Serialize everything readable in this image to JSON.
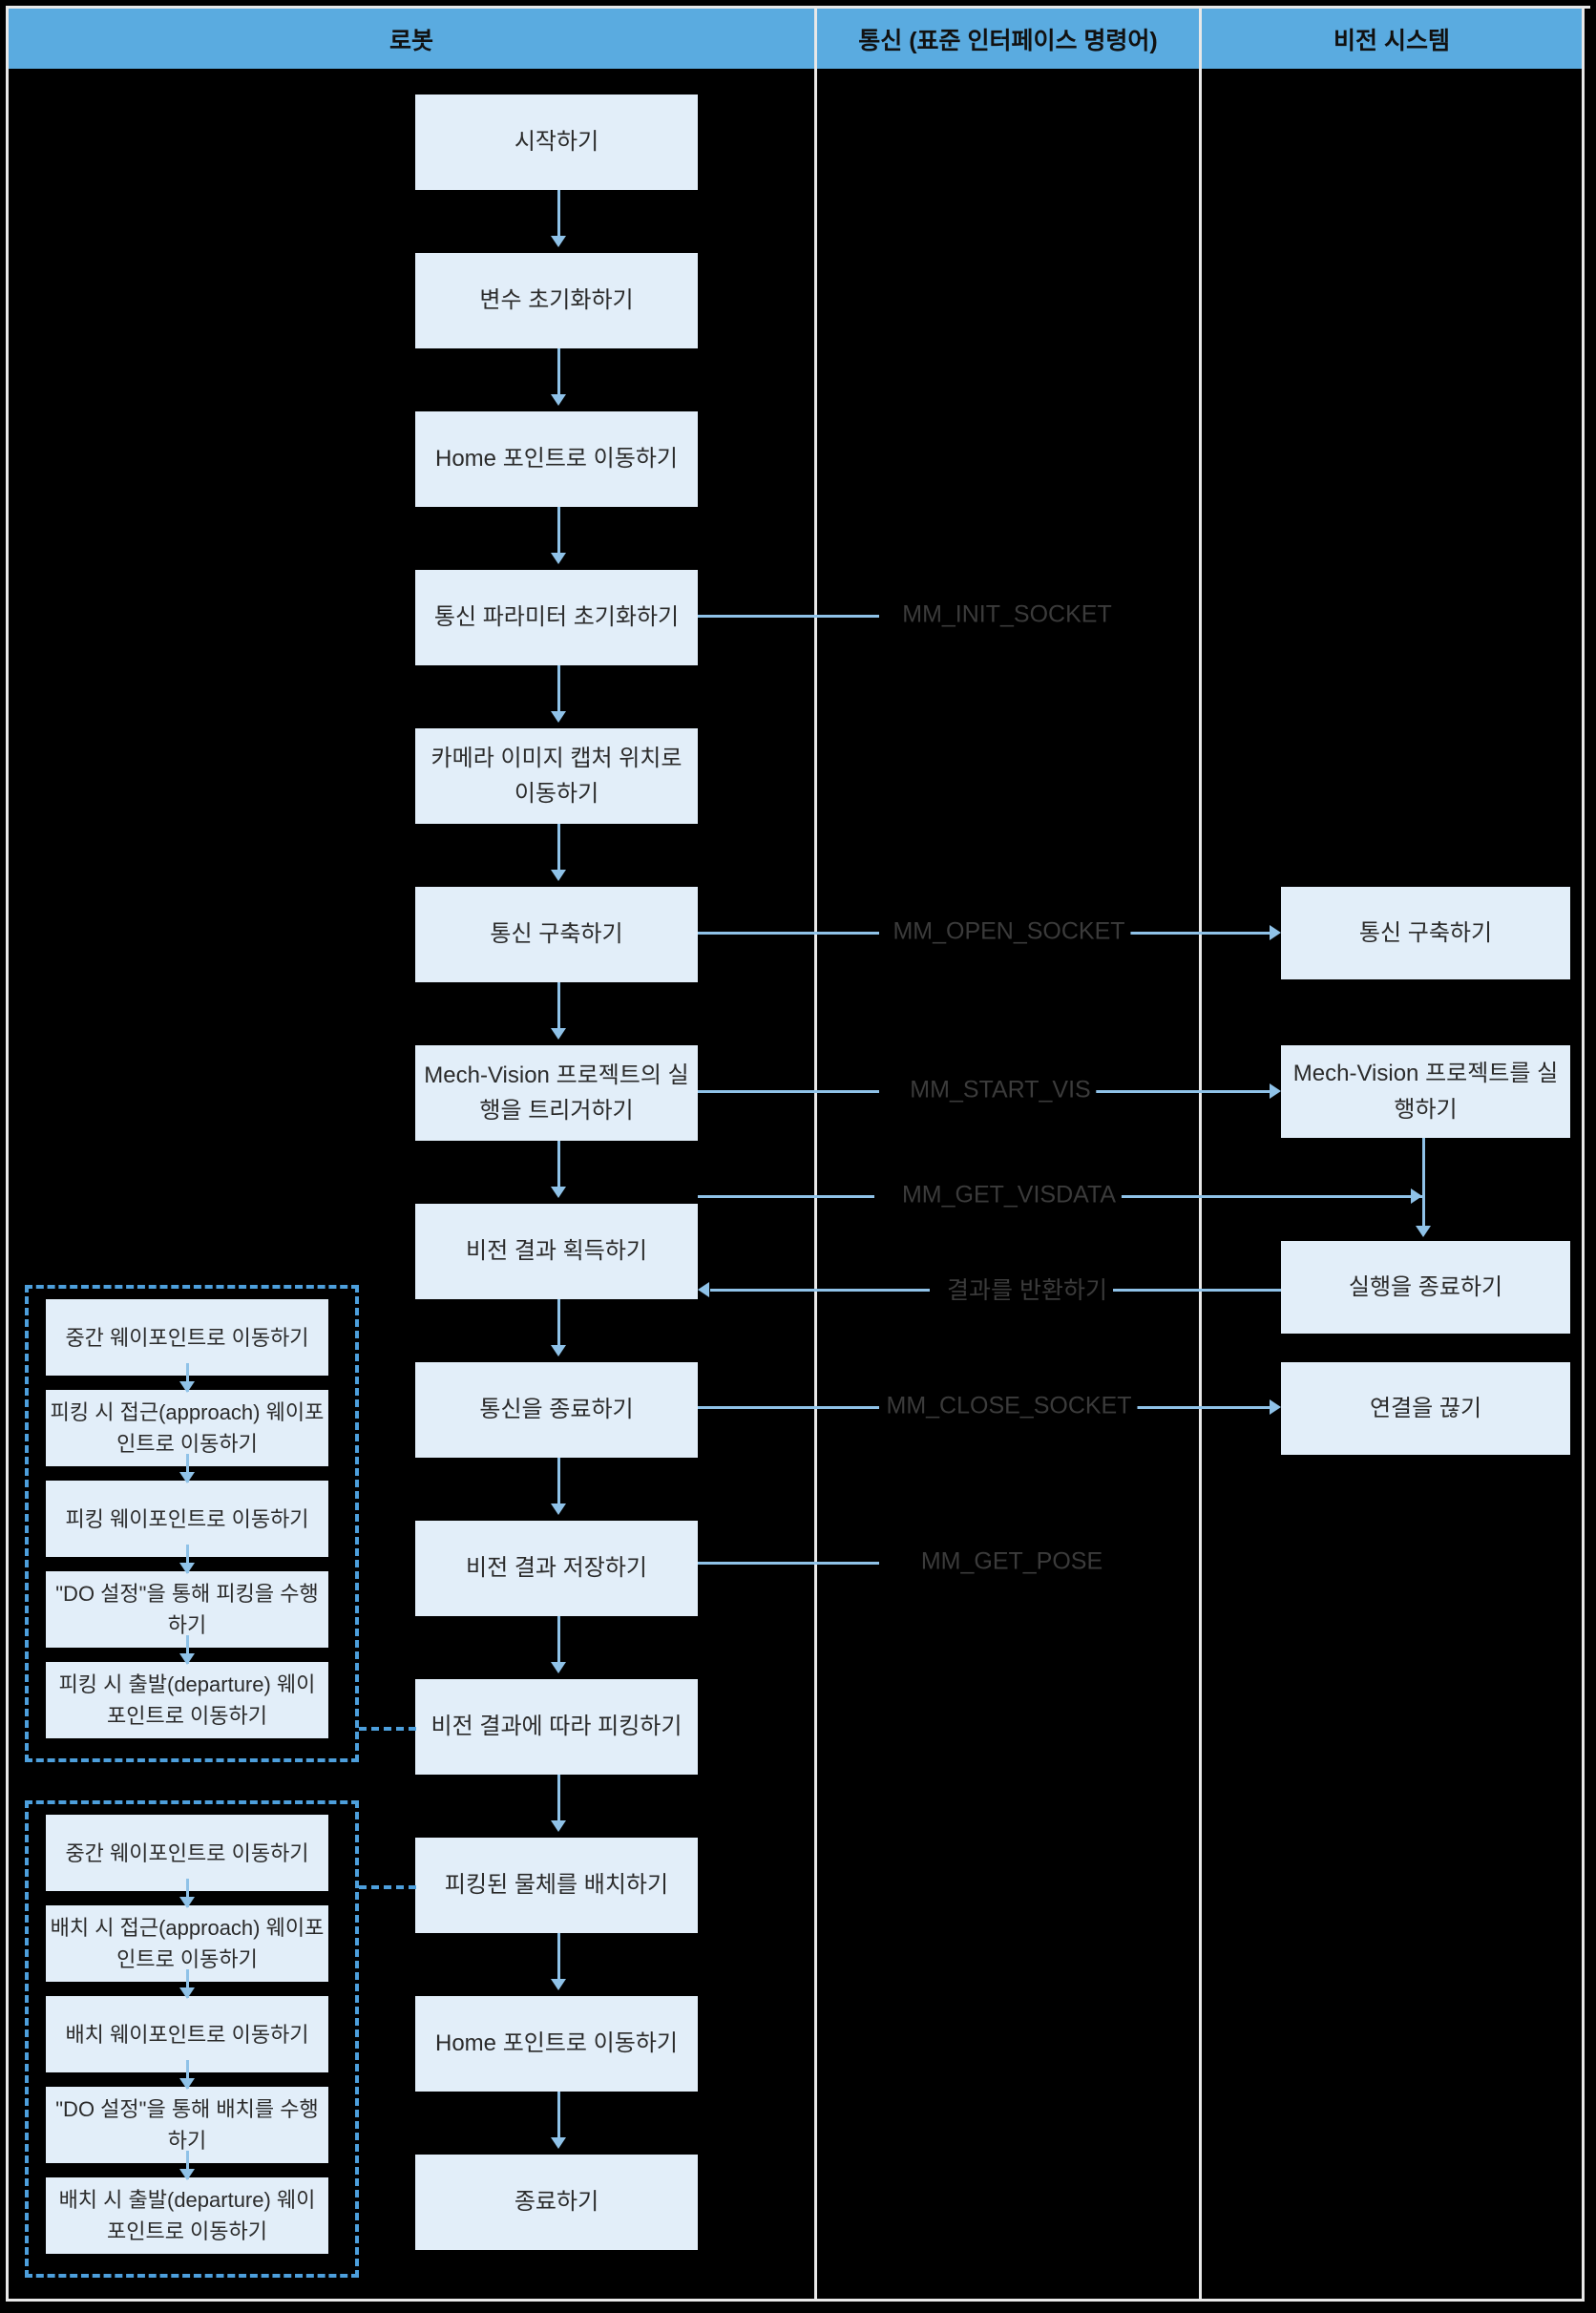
{
  "diagram": {
    "type": "swimlane-flowchart",
    "lanes": [
      {
        "id": "robot",
        "label": "로봇"
      },
      {
        "id": "comm",
        "label": "통신 (표준 인터페이스 명령어)"
      },
      {
        "id": "vision",
        "label": "비전 시스템"
      }
    ],
    "colors": {
      "lane_header_bg": "#5aabe0",
      "node_bg": "#e2eef9",
      "node_text": "#2b2b2b",
      "connector": "#8fc2e8",
      "dashed_group": "#4d9fdc",
      "canvas_bg": "#000000",
      "frame": "#e8e8e8"
    },
    "robot_nodes": [
      {
        "id": "start",
        "label": "시작하기"
      },
      {
        "id": "init-var",
        "label": "변수 초기화하기"
      },
      {
        "id": "home-1",
        "label": "Home 포인트로 이동하기"
      },
      {
        "id": "init-comm-param",
        "label": "통신 파라미터 초기화하기"
      },
      {
        "id": "move-capture",
        "label": "카메라 이미지 캡처 위치로 이동하기"
      },
      {
        "id": "open-comm",
        "label": "통신 구축하기"
      },
      {
        "id": "trigger-vision",
        "label": "Mech-Vision 프로젝트의 실행을 트리거하기"
      },
      {
        "id": "get-result",
        "label": "비전 결과 획득하기"
      },
      {
        "id": "close-comm",
        "label": "통신을 종료하기"
      },
      {
        "id": "save-result",
        "label": "비전 결과 저장하기"
      },
      {
        "id": "pick",
        "label": "비전 결과에 따라 피킹하기"
      },
      {
        "id": "place",
        "label": "피킹된 물체를 배치하기"
      },
      {
        "id": "home-2",
        "label": "Home 포인트로 이동하기"
      },
      {
        "id": "end",
        "label": "종료하기"
      }
    ],
    "comm_labels": [
      {
        "id": "init-socket",
        "label": "MM_INIT_SOCKET"
      },
      {
        "id": "open-socket",
        "label": "MM_OPEN_SOCKET"
      },
      {
        "id": "start-vis",
        "label": "MM_START_VIS"
      },
      {
        "id": "get-visdata",
        "label": "MM_GET_VISDATA"
      },
      {
        "id": "return-result",
        "label": "결과를 반환하기"
      },
      {
        "id": "close-socket",
        "label": "MM_CLOSE_SOCKET"
      },
      {
        "id": "get-pose",
        "label": "MM_GET_POSE"
      }
    ],
    "vision_nodes": [
      {
        "id": "v-open-comm",
        "label": "통신 구축하기"
      },
      {
        "id": "v-run-project",
        "label": "Mech-Vision 프로젝트를 실행하기"
      },
      {
        "id": "v-stop-run",
        "label": "실행을 종료하기"
      },
      {
        "id": "v-disconnect",
        "label": "연결을 끊기"
      }
    ],
    "pick_group": {
      "id": "pick-subroutine",
      "nodes": [
        {
          "id": "pick-mid-wp",
          "label": "중간 웨이포인트로 이동하기"
        },
        {
          "id": "pick-approach-wp",
          "label": "피킹 시 접근(approach) 웨이포인트로 이동하기"
        },
        {
          "id": "pick-wp",
          "label": "피킹 웨이포인트로 이동하기"
        },
        {
          "id": "pick-do",
          "label": "\"DO 설정\"을 통해 피킹을 수행하기"
        },
        {
          "id": "pick-departure-wp",
          "label": "피킹 시 출발(departure) 웨이포인트로 이동하기"
        }
      ]
    },
    "place_group": {
      "id": "place-subroutine",
      "nodes": [
        {
          "id": "place-mid-wp",
          "label": "중간 웨이포인트로 이동하기"
        },
        {
          "id": "place-approach-wp",
          "label": "배치 시 접근(approach) 웨이포인트로 이동하기"
        },
        {
          "id": "place-wp",
          "label": "배치 웨이포인트로 이동하기"
        },
        {
          "id": "place-do",
          "label": "\"DO 설정\"을 통해 배치를 수행하기"
        },
        {
          "id": "place-departure-wp",
          "label": "배치 시 출발(departure) 웨이포인트로 이동하기"
        }
      ]
    }
  }
}
